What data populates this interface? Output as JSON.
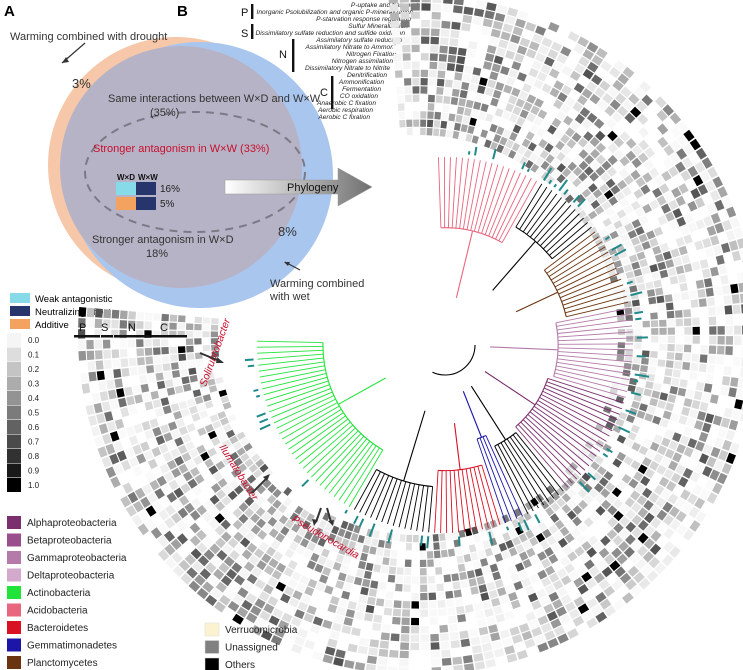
{
  "panels": {
    "a": "A",
    "b": "B"
  },
  "venn": {
    "warming_drought_label": "Warming combined with drought",
    "warming_wet_label": "Warming combined with wet",
    "pct_drought_only": "3%",
    "pct_wet_only": "8%",
    "same_interactions": "Same interactions between W×D and W×W",
    "same_interactions_pct": "(35%)",
    "stronger_wxw": "Stronger antagonism in W×W (33%)",
    "wxd_header": "W×D",
    "wxw_header": "W×W",
    "row1_pct": "16%",
    "row2_pct": "5%",
    "stronger_wxd": "Stronger antagonism in W×D",
    "stronger_wxd_pct": "18%",
    "phylogeny_arrow": "Phylogeny",
    "colors": {
      "drought": "#f6c7a8",
      "wet": "#a9c6ef",
      "overlap": "#b7b3c6",
      "weak": "#87dbe9",
      "neutral": "#26356b",
      "additive": "#f3a35f"
    }
  },
  "legend_effects": [
    {
      "label": "Weak antagonistic",
      "color": "#87dbe9"
    },
    {
      "label": "Neutralizing effect",
      "color": "#26356b"
    },
    {
      "label": "Additive",
      "color": "#f3a35f"
    }
  ],
  "gray_scale": [
    "0.0",
    "0.1",
    "0.2",
    "0.3",
    "0.4",
    "0.5",
    "0.6",
    "0.7",
    "0.8",
    "0.9",
    "1.0"
  ],
  "ring_groups_lower": [
    "P",
    "S",
    "N",
    "C"
  ],
  "functions": [
    {
      "group": "P",
      "items": [
        "P-uptake and transport",
        "Inorganic Psolubilization and organic P-mineralization",
        "P-starvation response regulation"
      ]
    },
    {
      "group": "S",
      "items": [
        "Sulfur Mineralization",
        "Dissimilatory sulfate reduction and sulfide oxidation",
        "Assimilatory sulfate reduction"
      ]
    },
    {
      "group": "N",
      "items": [
        "Assimilatory Nitrate to Ammonia",
        "Nitrogen Fixation",
        "Nitrogen assimilation",
        "Dissimilatory Nitrate to Nitrite",
        "Denitrification",
        "Ammonification"
      ]
    },
    {
      "group": "C",
      "items": [
        "Fermentation",
        "CO oxidation",
        "Anaerobic C fixation",
        "Aerobic respiration",
        "Aerobic C fixation"
      ]
    }
  ],
  "highlighted_taxa": [
    "Solirubrobacter",
    "Ilumatobacter",
    "Pseudonocardia"
  ],
  "taxa_legend": [
    {
      "label": "Alphaproteobacteria",
      "color": "#7b2f6e"
    },
    {
      "label": "Betaproteobacteria",
      "color": "#9a4f8c"
    },
    {
      "label": "Gammaproteobacteria",
      "color": "#b47aaa"
    },
    {
      "label": "Deltaproteobacteria",
      "color": "#d3a9cc"
    },
    {
      "label": "Actinobacteria",
      "color": "#22e33a"
    },
    {
      "label": "Acidobacteria",
      "color": "#e8667e"
    },
    {
      "label": "Bacteroidetes",
      "color": "#d91122"
    },
    {
      "label": "Gemmatimonadetes",
      "color": "#1b16a8"
    },
    {
      "label": "Planctomycetes",
      "color": "#6b3410"
    }
  ],
  "taxa_legend_right": [
    {
      "label": "Verrucomicrobia",
      "color": "#fbf3cf"
    },
    {
      "label": "Unassigned",
      "color": "#808080"
    },
    {
      "label": "Others",
      "color": "#000000"
    }
  ]
}
